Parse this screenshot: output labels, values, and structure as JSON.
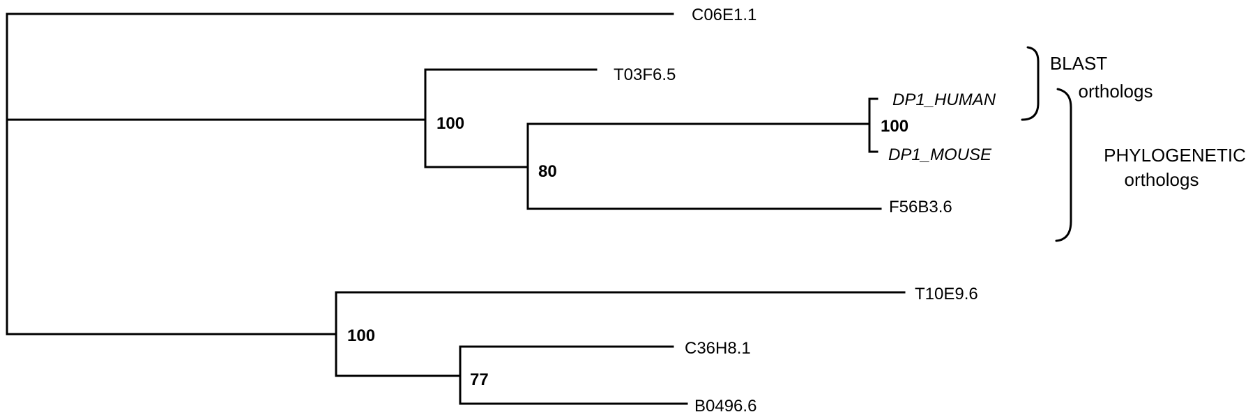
{
  "tree": {
    "leaves": {
      "c06e1": "C06E1.1",
      "t03f6": "T03F6.5",
      "dp1_human": "DP1_HUMAN",
      "dp1_mouse": "DP1_MOUSE",
      "f56b3": "F56B3.6",
      "t10e9": "T10E9.6",
      "c36h8": "C36H8.1",
      "b0496": "B0496.6"
    },
    "support_values": {
      "node_upper_clade": "100",
      "node_dp1_f56b3": "80",
      "node_dp1_pair": "100",
      "node_lower_clade": "100",
      "node_c36h8_b0496": "77"
    }
  },
  "groups": {
    "blast": {
      "line1": "BLAST",
      "line2": "orthologs"
    },
    "phylogenetic": {
      "line1": "PHYLOGENETIC",
      "line2": "orthologs"
    }
  }
}
